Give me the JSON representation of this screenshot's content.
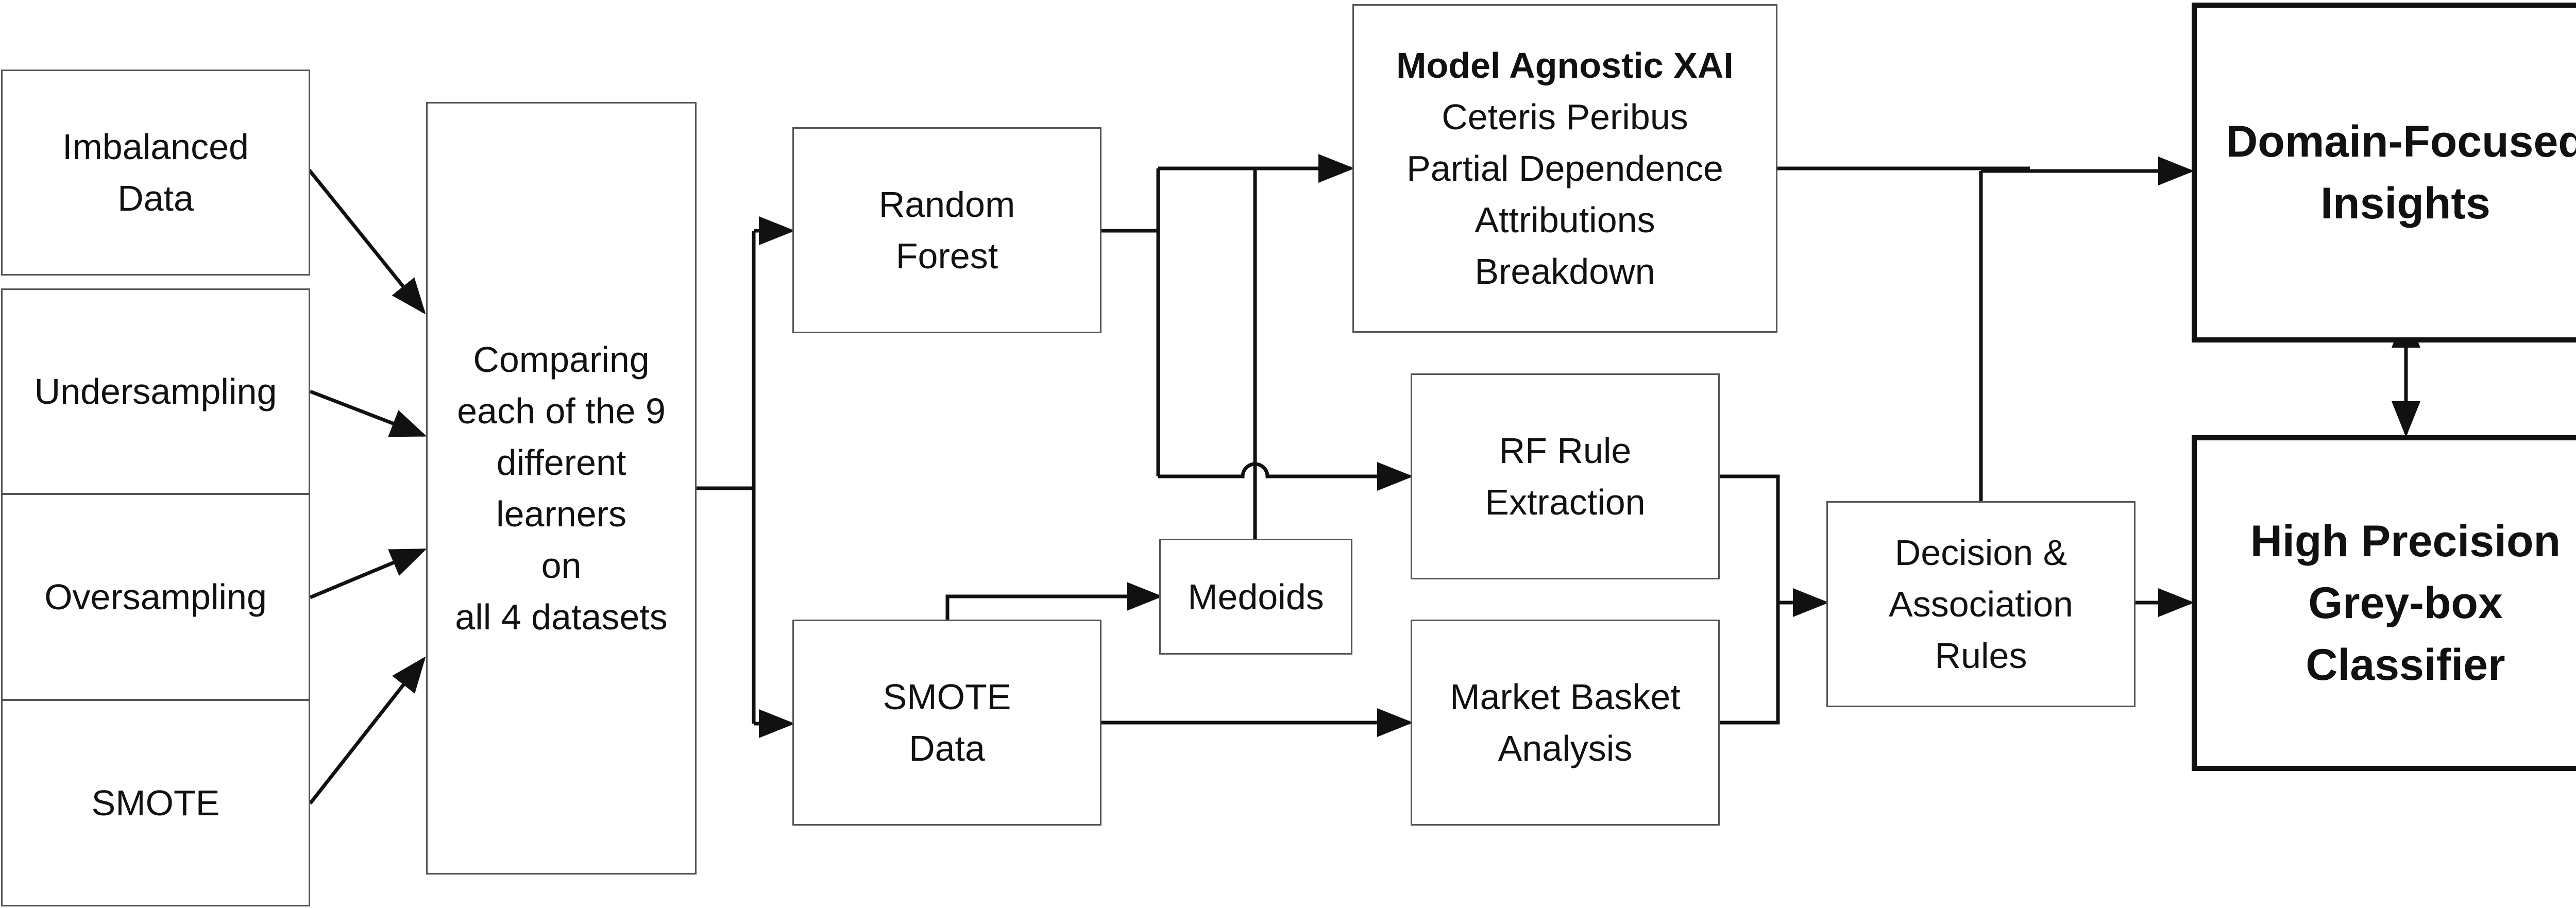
{
  "diagram": {
    "inputs": {
      "imbalanced": [
        "Imbalanced",
        "Data"
      ],
      "undersampling": [
        "Undersampling"
      ],
      "oversampling": [
        "Oversampling"
      ],
      "smote": [
        "SMOTE"
      ]
    },
    "comparing": [
      "Comparing",
      "each of the 9",
      "different",
      "learners",
      "on",
      "all 4 datasets"
    ],
    "random_forest": [
      "Random",
      "Forest"
    ],
    "smote_data": [
      "SMOTE",
      "Data"
    ],
    "medoids": "Medoids",
    "xai": {
      "title": "Model Agnostic XAI",
      "methods": [
        "Ceteris Peribus",
        "Partial Dependence",
        "Attributions",
        "Breakdown"
      ]
    },
    "rf_rule": [
      "RF Rule",
      "Extraction"
    ],
    "market_basket": [
      "Market Basket",
      "Analysis"
    ],
    "decision_rules": [
      "Decision &",
      "Association",
      "Rules"
    ],
    "insights": [
      "Domain-Focused",
      "Insights"
    ],
    "classifier": [
      "High Precision",
      "Grey-box",
      "Classifier"
    ]
  }
}
